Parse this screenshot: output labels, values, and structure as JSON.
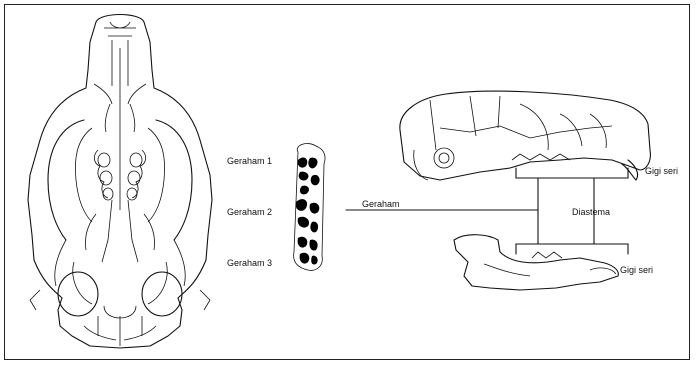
{
  "labels": {
    "molar1": "Geraham 1",
    "molar2": "Geraham 2",
    "molar3": "Geraham 3",
    "molar": "Geraham",
    "incisor_upper": "Gigi seri",
    "incisor_lower": "Gigi seri",
    "diastema": "Diastema"
  }
}
